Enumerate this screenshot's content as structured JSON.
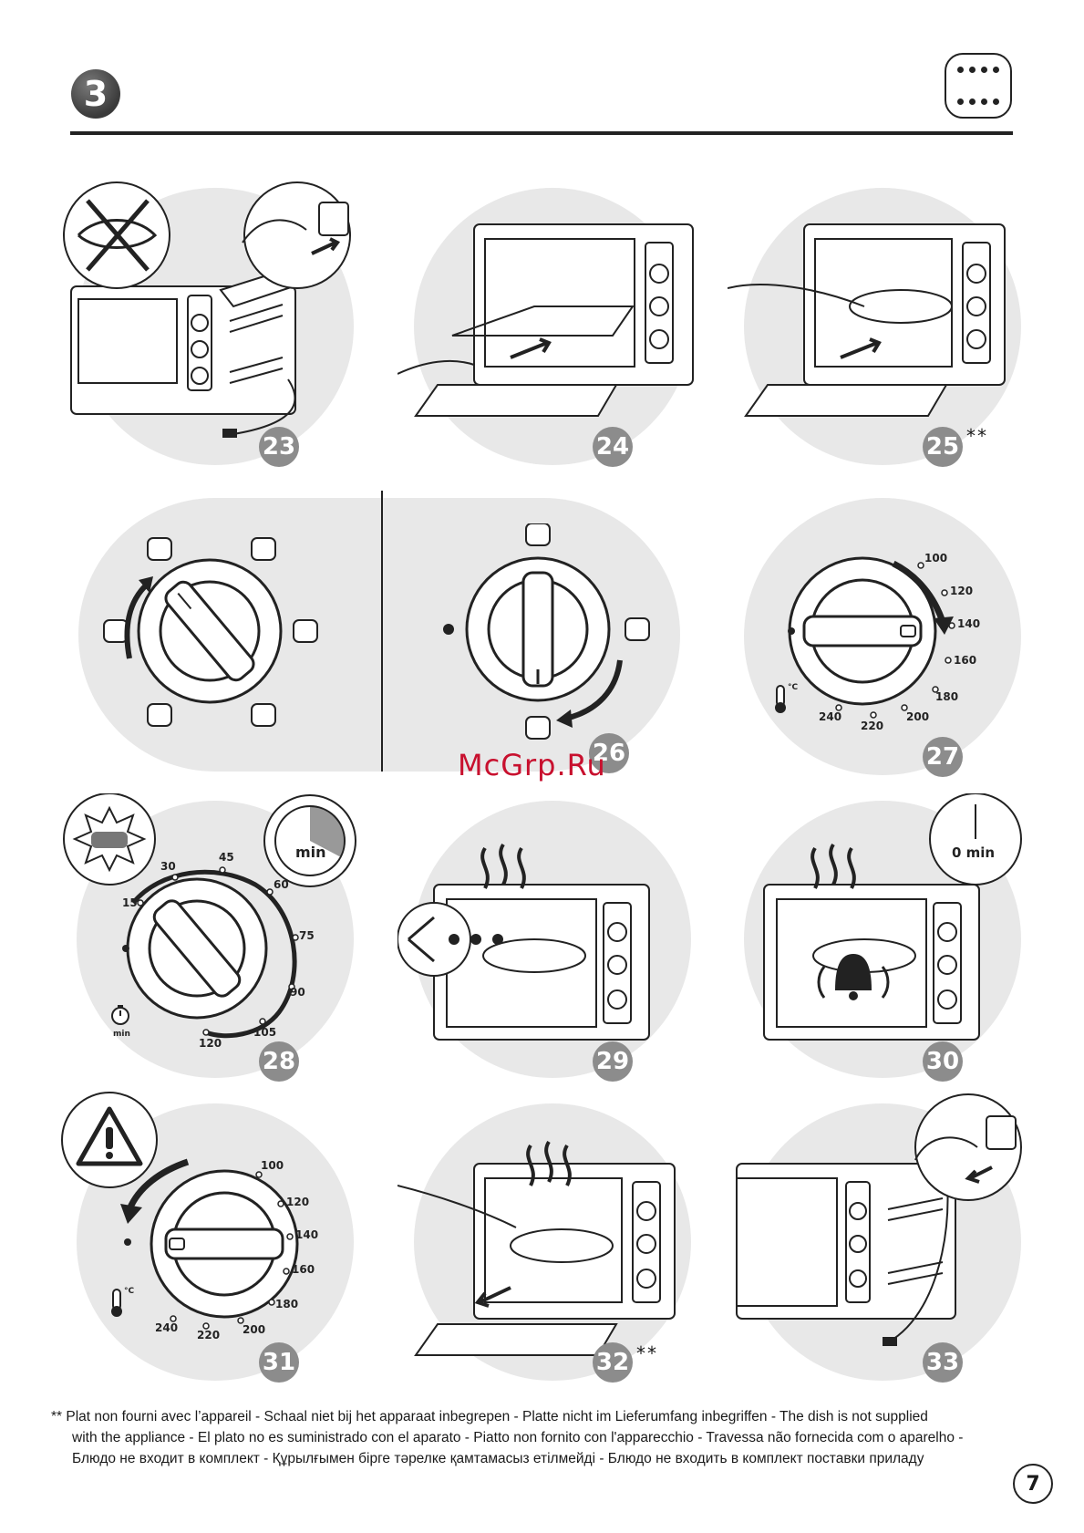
{
  "header": {
    "section_number": "3",
    "rule_color": "#222222"
  },
  "steps": [
    "23",
    "24",
    "25",
    "26",
    "27",
    "28",
    "29",
    "30",
    "31",
    "32",
    "33"
  ],
  "asterisk_marks": {
    "step_25": "**",
    "step_32": "**"
  },
  "step_badge_color": "#8c8c8c",
  "panel_bg_color": "#e8e8e8",
  "temperature_scale": [
    "100",
    "120",
    "140",
    "160",
    "180",
    "200",
    "220",
    "240"
  ],
  "temperature_unit": "°C",
  "timer_scale": [
    "15",
    "30",
    "45",
    "60",
    "75",
    "90",
    "105",
    "120"
  ],
  "timer_unit": "min",
  "timer_icon_text": "min",
  "clock_end_text": "0 min",
  "watermark": "McGrp.Ru",
  "footer": {
    "marker": "**",
    "line1": "Plat non fourni avec l’appareil - Schaal niet bij het apparaat inbegrepen - Platte nicht im Lieferumfang inbegriffen - The dish is not supplied",
    "line2": "with the appliance - El plato no es suministrado con el aparato - Piatto non fornito con l'apparecchio - Travessa não fornecida com o aparelho -",
    "line3": "Блюдо не входит в комплект - Құрылғымен бірге тәрелке қамтамасыз етілмейді - Блюдо не входить в комплект поставки приладу"
  },
  "page_number": "7",
  "icons": [
    "plug-icon",
    "socket-icon",
    "warning-triangle-icon",
    "thermometer-icon",
    "stopwatch-icon",
    "bell-icon",
    "eye-icon",
    "steam-icon",
    "arrow-icon",
    "mode-dots-icon"
  ]
}
